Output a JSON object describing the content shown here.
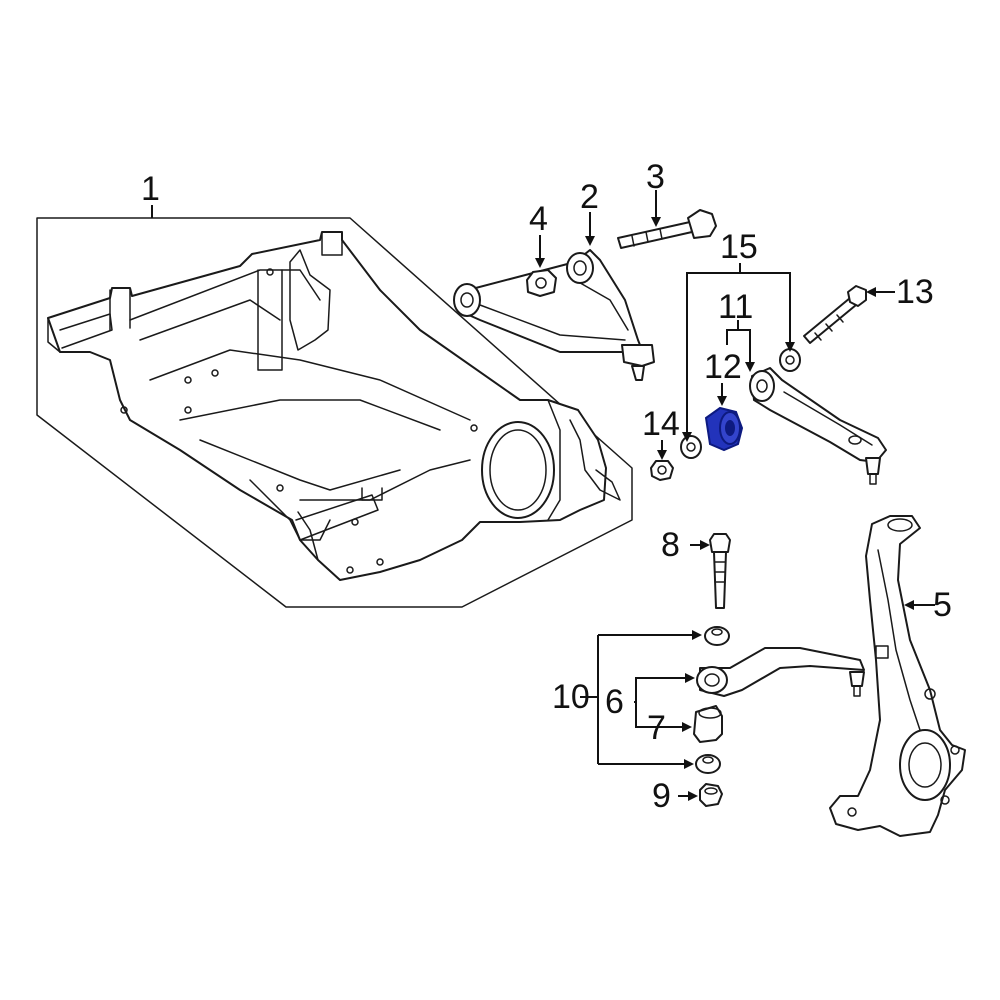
{
  "callouts": [
    {
      "id": "1",
      "text": "1"
    },
    {
      "id": "2",
      "text": "2"
    },
    {
      "id": "3",
      "text": "3"
    },
    {
      "id": "4",
      "text": "4"
    },
    {
      "id": "5",
      "text": "5"
    },
    {
      "id": "6",
      "text": "6"
    },
    {
      "id": "7",
      "text": "7"
    },
    {
      "id": "8",
      "text": "8"
    },
    {
      "id": "9",
      "text": "9"
    },
    {
      "id": "10",
      "text": "10"
    },
    {
      "id": "11",
      "text": "11"
    },
    {
      "id": "12",
      "text": "12"
    },
    {
      "id": "13",
      "text": "13"
    },
    {
      "id": "14",
      "text": "14"
    },
    {
      "id": "15",
      "text": "15"
    }
  ],
  "colors": {
    "line": "#1a1a1a",
    "highlight": "#2233bb",
    "highlight_dark": "#0d1a80",
    "background": "#ffffff"
  },
  "highlighted_part": "12"
}
